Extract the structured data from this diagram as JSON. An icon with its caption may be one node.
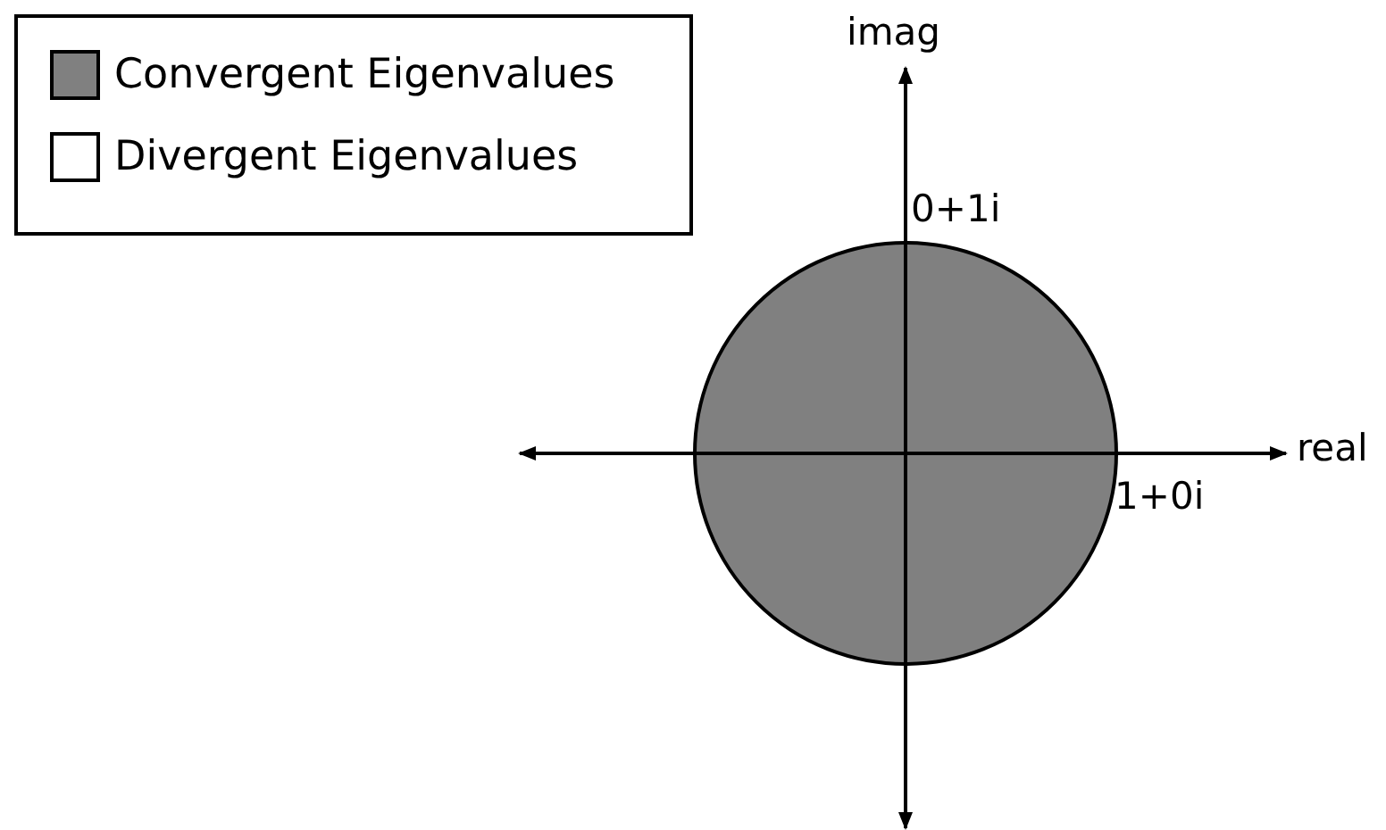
{
  "diagram": {
    "labels": [
      "imag",
      "0+1i",
      "real",
      "1+0i"
    ],
    "legend": [
      {
        "text": "Convergent Eigenvalues",
        "color": "#808080"
      },
      {
        "text": "Divergent Eigenvalues",
        "color": "#ffffff"
      }
    ]
  }
}
